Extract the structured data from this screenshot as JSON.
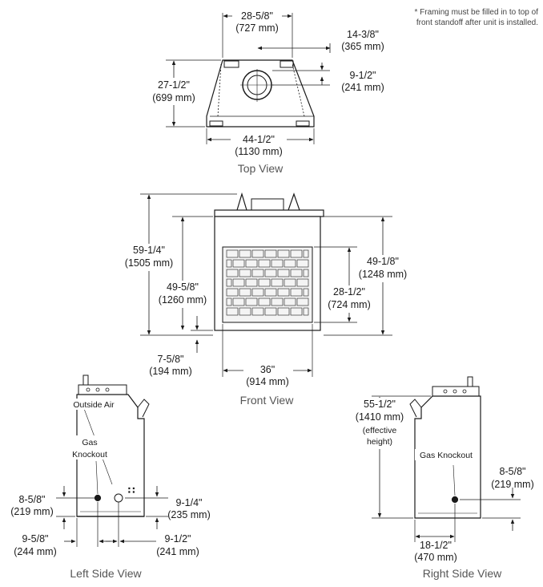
{
  "note": {
    "line1": "* Framing must be filled in to top of",
    "line2": "front standoff after unit is installed."
  },
  "top_view": {
    "caption": "Top View",
    "width_top": {
      "in": "28-5/8\"",
      "mm": "(727 mm)"
    },
    "offset": {
      "in": "14-3/8\"",
      "mm": "(365 mm)"
    },
    "vent_offset": {
      "in": "9-1/2\"",
      "mm": "(241 mm)"
    },
    "depth": {
      "in": "27-1/2\"",
      "mm": "(699 mm)"
    },
    "width_bottom": {
      "in": "44-1/2\"",
      "mm": "(1130 mm)"
    }
  },
  "front_view": {
    "caption": "Front View",
    "overall_height": {
      "in": "59-1/4\"",
      "mm": "(1505 mm)"
    },
    "body_height": {
      "in": "49-5/8\"",
      "mm": "(1260 mm)"
    },
    "right_height": {
      "in": "49-1/8\"",
      "mm": "(1248 mm)"
    },
    "opening_height": {
      "in": "28-1/2\"",
      "mm": "(724 mm)"
    },
    "base_height": {
      "in": "7-5/8\"",
      "mm": "(194 mm)"
    },
    "width": {
      "in": "36\"",
      "mm": "(914 mm)"
    }
  },
  "left_side_view": {
    "caption": "Left Side View",
    "outside_air_label": "Outside Air",
    "gas_label_1": "Gas",
    "gas_label_2": "Knockout",
    "gas_height": {
      "in": "8-5/8\"",
      "mm": "(219 mm)"
    },
    "air_height": {
      "in": "9-1/4\"",
      "mm": "(235 mm)"
    },
    "gas_from_front": {
      "in": "9-5/8\"",
      "mm": "(244 mm)"
    },
    "air_from_front": {
      "in": "9-1/2\"",
      "mm": "(241 mm)"
    }
  },
  "right_side_view": {
    "caption": "Right Side View",
    "height": {
      "in": "55-1/2\"",
      "mm": "(1410 mm)",
      "note1": "(effective",
      "note2": "height)"
    },
    "gas_label": "Gas Knockout",
    "gas_height": {
      "in": "8-5/8\"",
      "mm": "(219 mm)"
    },
    "depth": {
      "in": "18-1/2\"",
      "mm": "(470 mm)"
    }
  },
  "colors": {
    "line": "#1a1a1a",
    "caption": "#555555",
    "fill": "#f4f4f4"
  }
}
